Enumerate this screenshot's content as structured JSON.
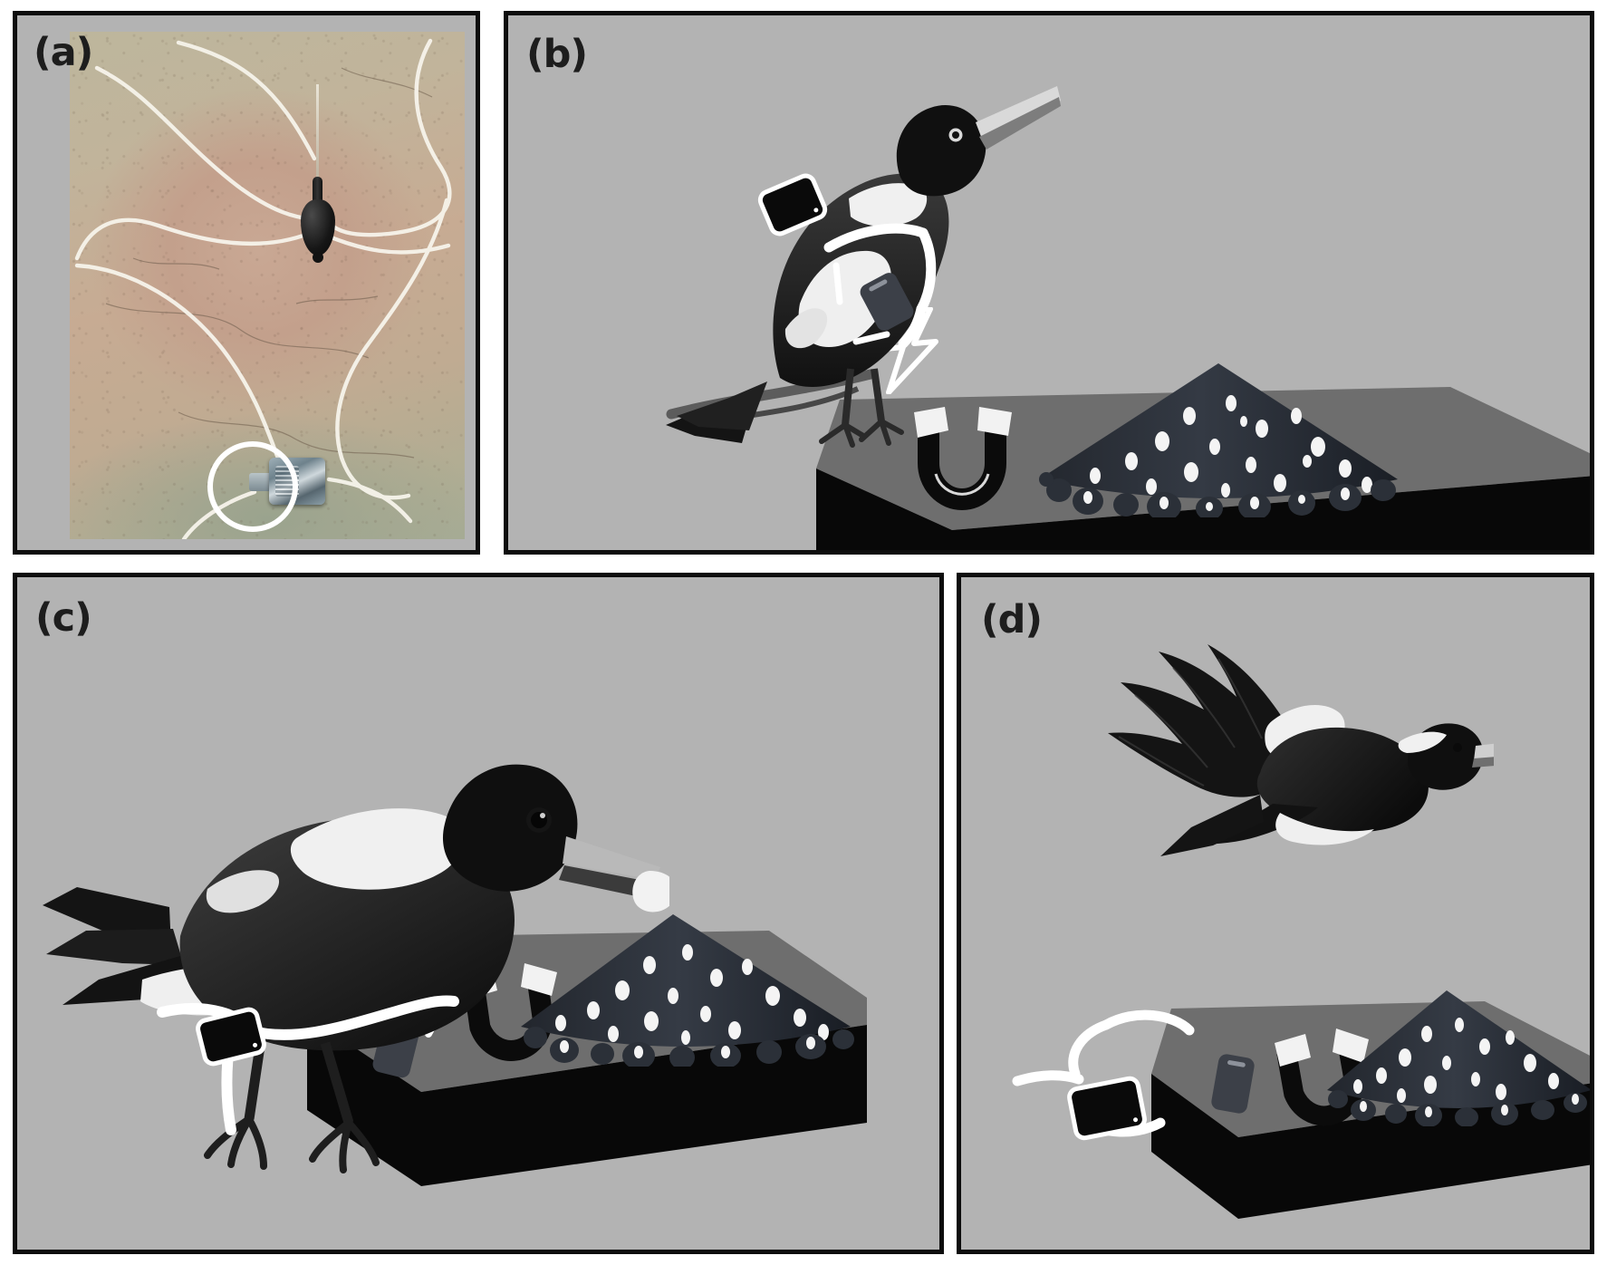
{
  "figure": {
    "background_color": "#ffffff",
    "panel_background": "#b3b3b3",
    "panel_border_color": "#0d0d0d",
    "panel_count": 4
  },
  "panels": [
    {
      "id": "a",
      "label": "(a)",
      "type": "photograph",
      "caption_text": "",
      "description": "Photograph of the GPS/radio tracking harness laid out on a concrete surface",
      "objects": [
        {
          "name": "radio-transmitter",
          "color": "#141414"
        },
        {
          "name": "whip-antenna",
          "color": "#ddd6c6"
        },
        {
          "name": "harness-loops",
          "color": "#f2efe6"
        },
        {
          "name": "magnet-clasp",
          "color": "#8fa1aa"
        },
        {
          "name": "circle-annotation",
          "color": "#ffffff"
        }
      ],
      "surface_color": "#c3a48f"
    },
    {
      "id": "b",
      "label": "(b)",
      "type": "illustration",
      "description": "Magpie wearing the harness tracker perched on a branch; data is downloaded wirelessly to the feeding-station base",
      "objects": [
        {
          "name": "magpie-perched",
          "color": "#1a1a1a"
        },
        {
          "name": "harness-tracker",
          "color": "#0a0a0a"
        },
        {
          "name": "data-logger",
          "color": "#585c63"
        },
        {
          "name": "wireless-bolt",
          "color": "#ffffff"
        },
        {
          "name": "horseshoe-magnet",
          "color": "#0b0b0b"
        },
        {
          "name": "seed-cone",
          "color": "#2b3038"
        },
        {
          "name": "feeding-platform-top",
          "color": "#6e6e6e"
        },
        {
          "name": "feeding-platform-base",
          "color": "#080808"
        }
      ]
    },
    {
      "id": "c",
      "label": "(c)",
      "type": "illustration",
      "description": "Magpie at the feeding station pulling the released harness free with its beak; magnet has triggered the release",
      "objects": [
        {
          "name": "magpie-feeding",
          "color": "#1a1a1a"
        },
        {
          "name": "harness-tracker",
          "color": "#0a0a0a"
        },
        {
          "name": "released-strap",
          "color": "#ffffff"
        },
        {
          "name": "dropped-logger",
          "color": "#3c4048"
        },
        {
          "name": "horseshoe-magnet",
          "color": "#0b0b0b"
        },
        {
          "name": "seed-cone",
          "color": "#2b3038"
        }
      ]
    },
    {
      "id": "d",
      "label": "(d)",
      "type": "illustration",
      "description": "Magpie flies away free after the harness and tracker are shed onto the ground beside the feeding station",
      "objects": [
        {
          "name": "magpie-flying",
          "color": "#1a1a1a"
        },
        {
          "name": "discarded-harness-tracker",
          "color": "#0a0a0a"
        },
        {
          "name": "dropped-logger",
          "color": "#3c4048"
        },
        {
          "name": "horseshoe-magnet",
          "color": "#0b0b0b"
        },
        {
          "name": "seed-cone",
          "color": "#2b3038"
        }
      ]
    }
  ],
  "icons": {
    "magnet": "horseshoe-magnet-icon",
    "bolt": "lightning-bolt-icon",
    "tracker": "tracker-device-icon",
    "logger": "data-logger-icon",
    "seed_cone": "seed-cone-icon",
    "circle": "circle-annotation-icon"
  }
}
